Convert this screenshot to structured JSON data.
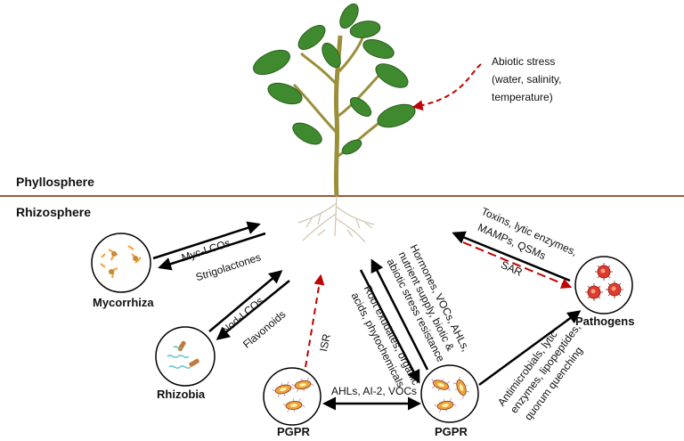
{
  "zones": {
    "phyllosphere": "Phyllosphere",
    "rhizosphere": "Rhizosphere"
  },
  "abiotic": {
    "line1": "Abiotic stress",
    "line2": "(water, salinity,",
    "line3": "temperature)"
  },
  "nodes": {
    "mycorrhiza": "Mycorrhiza",
    "rhizobia": "Rhizobia",
    "pgpr_left": "PGPR",
    "pgpr_right": "PGPR",
    "pathogens": "Pathogens"
  },
  "signals": {
    "myc_lcos": "Myc-LCOs",
    "strigolactones": "Strigolactones",
    "nod_lcos": "Nod-LCOs",
    "flavonoids": "Flavonoids",
    "isr": "ISR",
    "ahls_ai2_vocs": "AHLs, AI-2, VOCs",
    "hormones_1": "Hormones, VOCs, AHLs,",
    "hormones_2": "nutrient supply, biotic &",
    "hormones_3": "abiotic stress resistance",
    "exudates_1": "Root exudates, organic",
    "exudates_2": "acids, phytochemicals",
    "toxins_1": "Toxins, lytic enzymes,",
    "toxins_2": "MAMPs, QSMs",
    "sar": "SAR",
    "antimicrobials_1": "Antimicrobials, lytic",
    "antimicrobials_2": "enzymes, lipopeptides,",
    "antimicrobials_3": "quorum quenching"
  },
  "colors": {
    "soil_line": "#9b5a3c",
    "leaf": "#3f8a2e",
    "leaf_light": "#6bb344",
    "stem": "#9a8f3a",
    "root": "#cfc4ad",
    "red_arrow": "#c00000",
    "black_arrow": "#000000",
    "microbe_orange": "#f1a23a",
    "pathogen_red": "#e03a2f",
    "rhizobia_teal": "#5ec3c8"
  }
}
